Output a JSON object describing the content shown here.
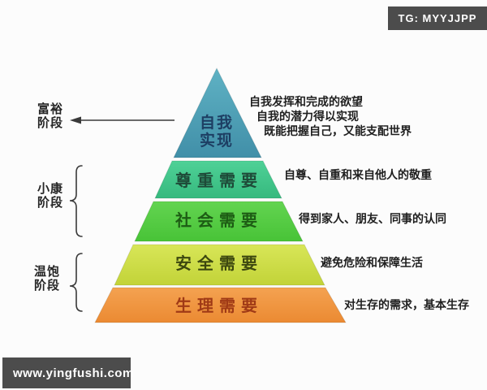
{
  "header_badge": {
    "text": "TG: MYYJJPP"
  },
  "footer_badge": {
    "text": "www.yingfushi.com"
  },
  "stages": [
    {
      "line1": "富裕",
      "line2": "阶段"
    },
    {
      "line1": "小康",
      "line2": "阶段"
    },
    {
      "line1": "温饱",
      "line2": "阶段"
    }
  ],
  "levels": [
    {
      "label": "自我实现",
      "color": "#4aa0b6",
      "label_color": "#1d3e63",
      "desc_lines": [
        "自我发挥和完成的欲望",
        "自我的潜力得以实现",
        "既能把握自己，又能支配世界"
      ]
    },
    {
      "label": "尊重需要",
      "color": "#42c58c",
      "label_color": "#1e4a38",
      "desc_lines": [
        "自尊、自重和来自他人的敬重"
      ]
    },
    {
      "label": "社会需要",
      "color": "#55cb45",
      "label_color": "#1d5c14",
      "desc_lines": [
        "得到家人、朋友、同事的认同"
      ]
    },
    {
      "label": "安全需要",
      "color": "#cedd4a",
      "label_color": "#3c470f",
      "desc_lines": [
        "避免危险和保障生活"
      ]
    },
    {
      "label": "生理需要",
      "color": "#f0953f",
      "label_color": "#a03a16",
      "desc_lines": [
        "对生存的需求，基本生存"
      ]
    }
  ],
  "colors": {
    "background": "#fcfcfc",
    "badge_bg": "#4c4c4c",
    "annotation_text": "#1f1f1f",
    "stage_text": "#262626",
    "arrow": "#3a3a3a"
  }
}
